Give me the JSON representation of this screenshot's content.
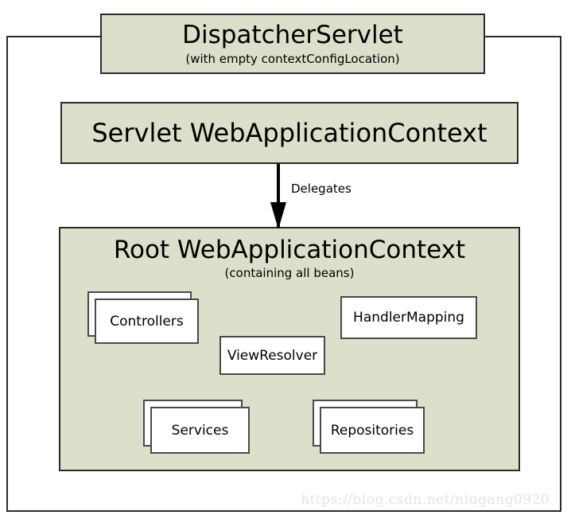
{
  "diagram": {
    "outer_frame_name": "web-application-frame",
    "colors": {
      "context_fill": "#dce0cb",
      "component_fill": "#ffffff",
      "stroke": "#2b2b2b",
      "component_stroke": "#4a4a4a",
      "watermark": "#e4e4e4"
    },
    "dispatcher_servlet": {
      "title": "DispatcherServlet",
      "subtitle": "(with empty contextConfigLocation)"
    },
    "servlet_context": {
      "title": "Servlet WebApplicationContext"
    },
    "delegation": {
      "label": "Delegates",
      "arrow_icon": "arrow-down-icon"
    },
    "root_context": {
      "title": "Root WebApplicationContext",
      "subtitle": "(containing all beans)",
      "components": [
        {
          "label": "Controllers",
          "stacked": true
        },
        {
          "label": "ViewResolver",
          "stacked": false
        },
        {
          "label": "HandlerMapping",
          "stacked": false
        },
        {
          "label": "Services",
          "stacked": true
        },
        {
          "label": "Repositories",
          "stacked": true
        }
      ]
    },
    "watermark": "https://blog.csdn.net/niugang0920"
  }
}
